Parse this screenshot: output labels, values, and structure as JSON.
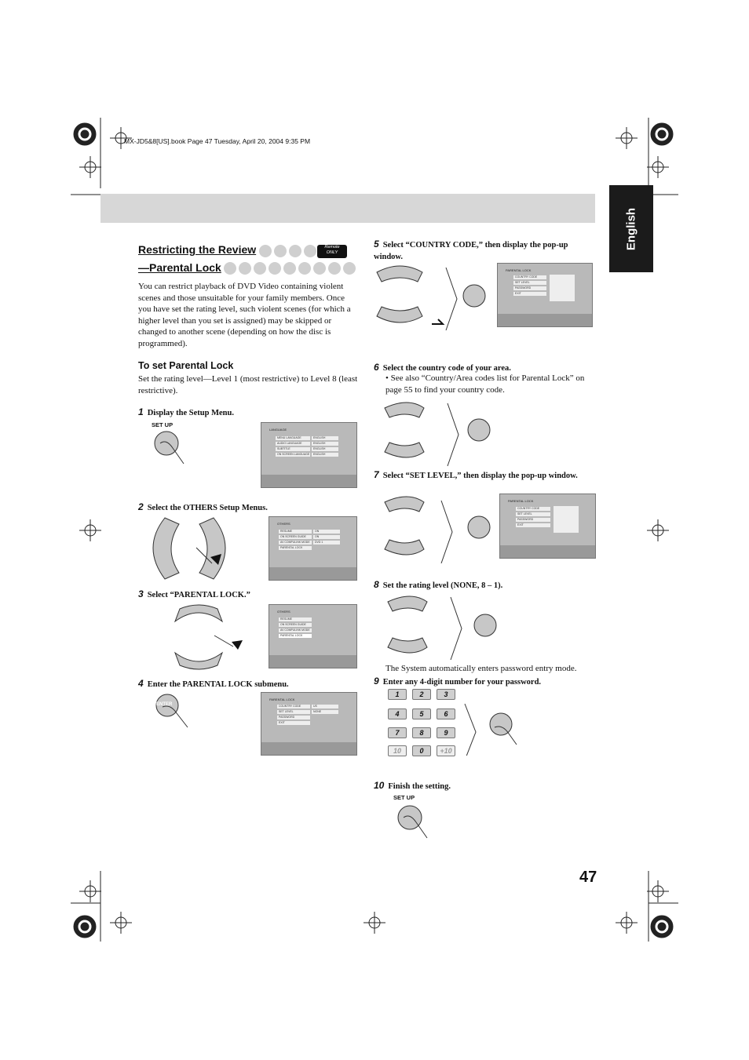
{
  "header": {
    "file_info": "MX-JD5&8[US].book  Page 47  Tuesday, April 20, 2004  9:35 PM"
  },
  "tab_label": "English",
  "section": {
    "title_line1": "Restricting the Review",
    "title_line2": "—Parental Lock",
    "remote_badge_line1": "Remote",
    "remote_badge_line2": "ONLY",
    "intro": "You can restrict playback of DVD Video containing violent scenes and those unsuitable for your family members. Once you have set the rating level, such violent scenes (for which a higher level than you set is assigned) may be skipped or changed to another scene (depending on how the disc is programmed).",
    "subheading": "To set Parental Lock",
    "sub_intro": "Set the rating level—Level 1 (most restrictive) to Level 8 (least restrictive)."
  },
  "steps": [
    {
      "num": "1",
      "text": "Display the Setup Menu."
    },
    {
      "num": "2",
      "text": "Select the OTHERS Setup Menus."
    },
    {
      "num": "3",
      "text": "Select “PARENTAL LOCK.”"
    },
    {
      "num": "4",
      "text": "Enter the PARENTAL LOCK submenu."
    },
    {
      "num": "5",
      "text": "Select “COUNTRY CODE,” then display the pop-up window."
    },
    {
      "num": "6",
      "text": "Select the country code of your area."
    },
    {
      "num": "7",
      "text": "Select “SET LEVEL,” then display the pop-up window."
    },
    {
      "num": "8",
      "text": "Set the rating level (NONE, 8 – 1)."
    },
    {
      "num": "9",
      "text": "Enter any 4-digit number for your password."
    },
    {
      "num": "10",
      "text": "Finish the setting."
    }
  ],
  "step6_note": "• See also “Country/Area codes list for Parental Lock” on page 55 to find your country code.",
  "step8_note": "The System automatically enters password entry mode.",
  "buttons": {
    "setup": "SET UP",
    "enter": "ENTER"
  },
  "screens": {
    "language": {
      "title": "LANGUAGE",
      "rows": [
        "MENU LANGUAGE",
        "AUDIO LANGUAGE",
        "SUBTITLE",
        "ON SCREEN LANGUAGE"
      ],
      "values": [
        "ENGLISH",
        "ENGLISH",
        "ENGLISH",
        "ENGLISH"
      ]
    },
    "others": {
      "title": "OTHERS",
      "rows": [
        "RESUME",
        "ON SCREEN GUIDE",
        "AV COMPULINK MODE",
        "PARENTAL LOCK"
      ],
      "values": [
        "ON",
        "ON",
        "DVD 1",
        ""
      ]
    },
    "parental": {
      "title": "PARENTAL LOCK",
      "rows": [
        "COUNTRY CODE",
        "SET LEVEL",
        "PASSWORD",
        "EXIT"
      ],
      "values": [
        "US",
        "NONE",
        "",
        ""
      ]
    }
  },
  "keypad": [
    "1",
    "2",
    "3",
    "4",
    "5",
    "6",
    "7",
    "8",
    "9",
    "10",
    "0",
    "+10"
  ],
  "page_number": "47"
}
